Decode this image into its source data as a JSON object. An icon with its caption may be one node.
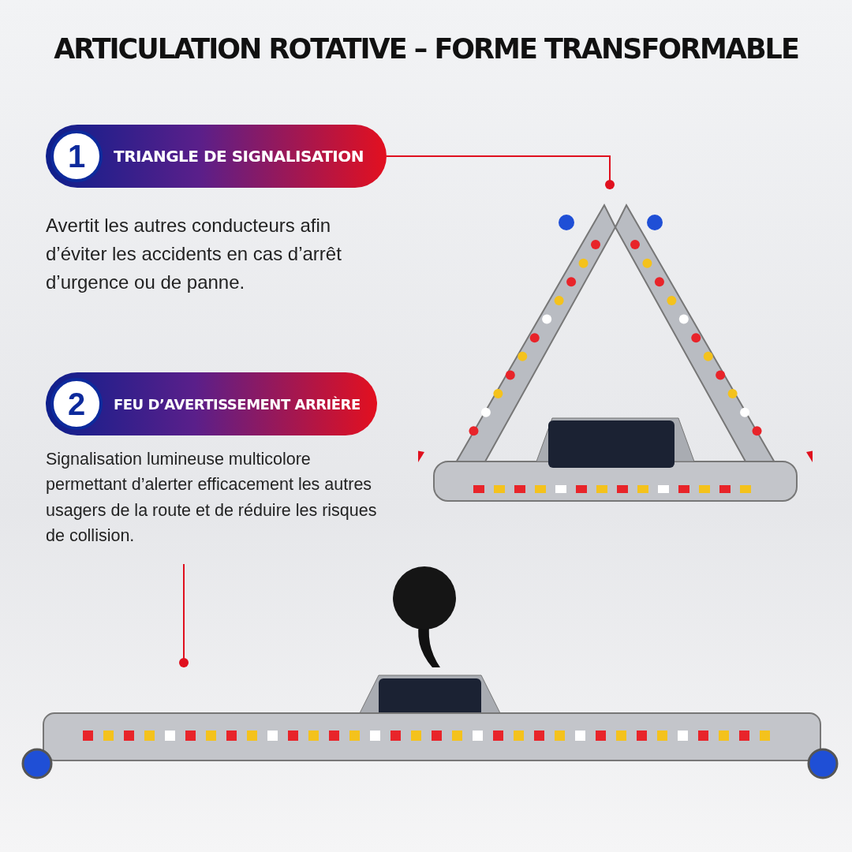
{
  "diagram": {
    "title": "ARTICULATION ROTATIVE – FORME TRANSFORMABLE",
    "nodes": [
      {
        "text": [
          "1",
          "TRIANGLE DE SIGNALISATION"
        ]
      },
      {
        "text": [
          "Avertit les autres conducteurs afin d’éviter les accidents en cas d’arrêt d’urgence ou de panne."
        ]
      },
      {
        "text": [],
        "shape": "picture"
      },
      {
        "text": [
          "2",
          "FEU D’AVERTISSEMENT ARRIÈRE"
        ]
      },
      {
        "text": [
          "Signalisation lumineuse multicolore permettant d’alerter efficacement les autres usagers de la route et de réduire les risques de collision."
        ]
      },
      {
        "text": [],
        "shape": "picture"
      }
    ],
    "edges": [
      {
        "from": 0,
        "to": 2,
        "arrow": "other",
        "color": "#e0101e"
      },
      {
        "from": 4,
        "to": 5,
        "arrow": "other",
        "color": "#e0101e"
      }
    ]
  }
}
